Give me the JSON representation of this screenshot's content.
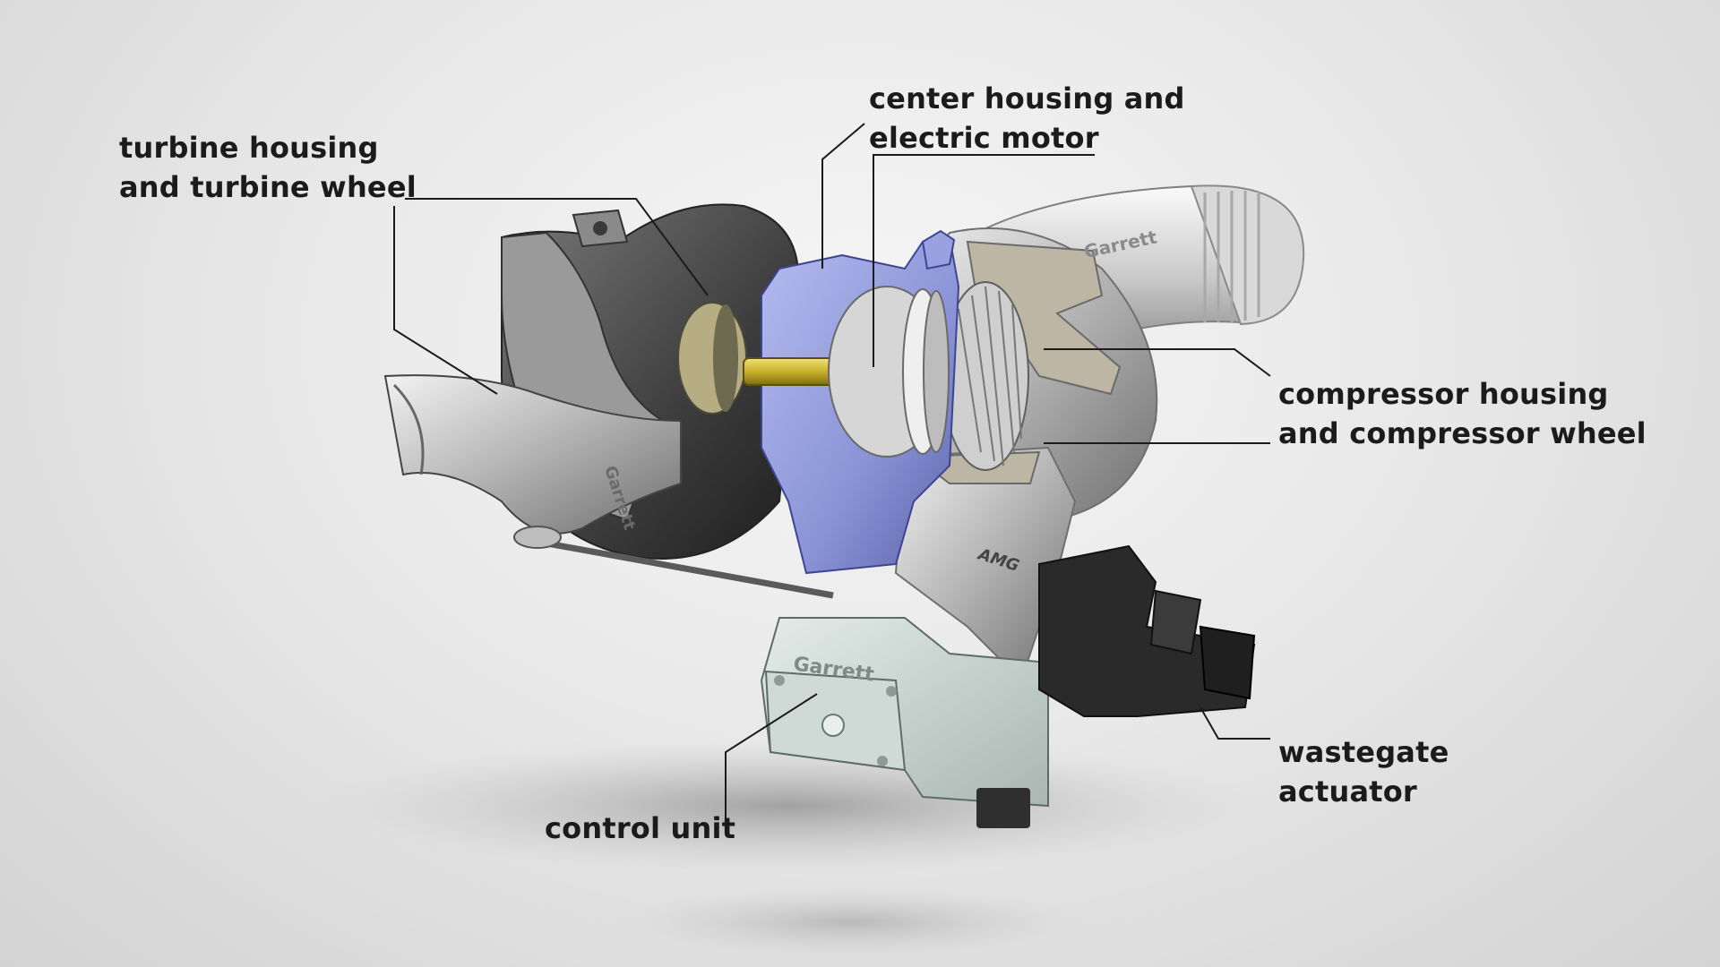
{
  "labels": {
    "turbine": [
      "turbine housing",
      "and turbine wheel"
    ],
    "center": [
      "center housing and",
      "electric motor"
    ],
    "compressor": [
      "compressor housing",
      "and compressor wheel"
    ],
    "wastegate": [
      "wastegate",
      "actuator"
    ],
    "control": [
      "control unit"
    ]
  },
  "brand_marks": [
    "Garrett",
    "Garrett",
    "Garrett",
    "AMG"
  ],
  "colors": {
    "center_housing": "#8a93d6",
    "shaft": "#c9b12a",
    "leader_line": "#1b1b1b",
    "label_text": "#1b1b1b"
  }
}
